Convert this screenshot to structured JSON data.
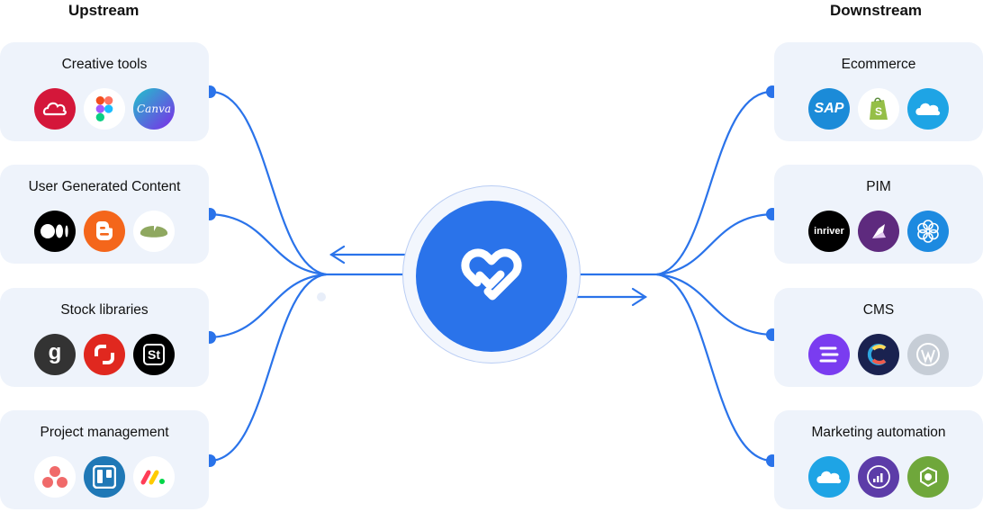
{
  "upstream": {
    "heading": "Upstream",
    "groups": [
      {
        "title": "Creative tools",
        "logos": [
          "adobe-creative-cloud-icon",
          "figma-icon",
          "canva-icon"
        ],
        "logo_text": {
          "canva": "Canva"
        }
      },
      {
        "title": "User Generated Content",
        "logos": [
          "medium-icon",
          "blogger-icon",
          "lily-pad-icon"
        ]
      },
      {
        "title": "Stock libraries",
        "logos": [
          "getty-images-icon",
          "shutterstock-icon",
          "adobe-stock-icon"
        ],
        "logo_text": {
          "getty": "g",
          "stock": "St"
        }
      },
      {
        "title": "Project management",
        "logos": [
          "asana-icon",
          "trello-icon",
          "monday-icon"
        ]
      }
    ]
  },
  "downstream": {
    "heading": "Downstream",
    "groups": [
      {
        "title": "Ecommerce",
        "logos": [
          "sap-icon",
          "shopify-icon",
          "salesforce-icon"
        ],
        "logo_text": {
          "sap": "SAP"
        }
      },
      {
        "title": "PIM",
        "logos": [
          "inriver-icon",
          "akeneo-icon",
          "flower-icon"
        ],
        "logo_text": {
          "inriver": "inriver"
        }
      },
      {
        "title": "CMS",
        "logos": [
          "stripes-icon",
          "contentful-icon",
          "wordpress-icon"
        ]
      },
      {
        "title": "Marketing automation",
        "logos": [
          "salesforce-icon",
          "marketo-icon",
          "eloqua-icon"
        ]
      }
    ]
  },
  "hub": {
    "icon": "heart-link-icon"
  },
  "colors": {
    "accent": "#2a73ea",
    "card_bg": "#eef3fb",
    "wire": "#2a73ea"
  }
}
